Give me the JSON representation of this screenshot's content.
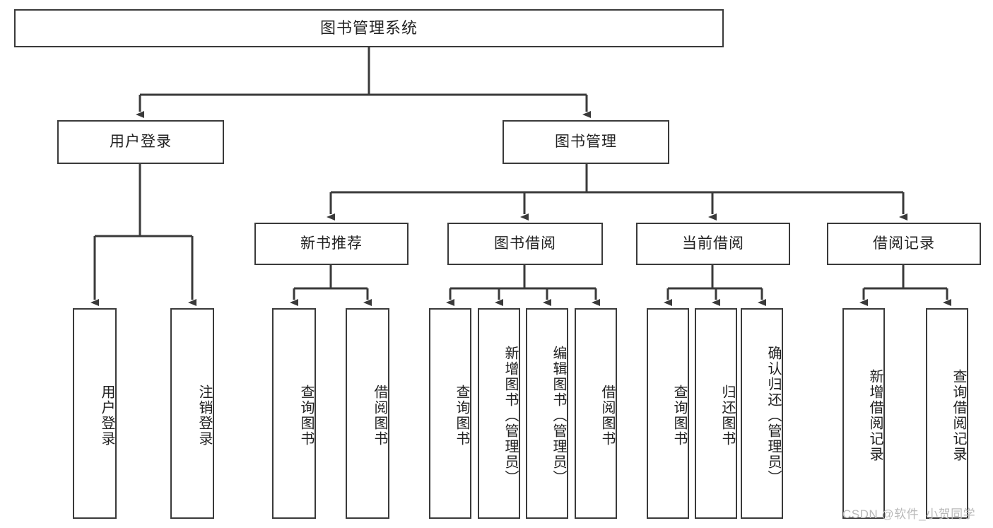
{
  "diagram": {
    "title": "图书管理系统",
    "type": "hierarchy-tree",
    "root": {
      "id": "root",
      "label": "图书管理系统"
    },
    "level2": [
      {
        "id": "user-login",
        "label": "用户登录"
      },
      {
        "id": "book-manage",
        "label": "图书管理"
      }
    ],
    "level3": [
      {
        "id": "new-book-rec",
        "label": "新书推荐",
        "parent": "book-manage"
      },
      {
        "id": "book-borrow",
        "label": "图书借阅",
        "parent": "book-manage"
      },
      {
        "id": "current-borrow",
        "label": "当前借阅",
        "parent": "book-manage"
      },
      {
        "id": "borrow-record",
        "label": "借阅记录",
        "parent": "book-manage"
      }
    ],
    "leaves": [
      {
        "id": "leaf-user-login",
        "label": "用户登录",
        "parent": "user-login"
      },
      {
        "id": "leaf-logout",
        "label": "注销登录",
        "parent": "user-login"
      },
      {
        "id": "leaf-query-book-1",
        "label": "查询图书",
        "parent": "new-book-rec"
      },
      {
        "id": "leaf-borrow-book-1",
        "label": "借阅图书",
        "parent": "new-book-rec"
      },
      {
        "id": "leaf-query-book-2",
        "label": "查询图书",
        "parent": "book-borrow"
      },
      {
        "id": "leaf-add-book",
        "label": "新增图书（管理员）",
        "parent": "book-borrow"
      },
      {
        "id": "leaf-edit-book",
        "label": "编辑图书（管理员）",
        "parent": "book-borrow"
      },
      {
        "id": "leaf-borrow-book-2",
        "label": "借阅图书",
        "parent": "book-borrow"
      },
      {
        "id": "leaf-query-book-3",
        "label": "查询图书",
        "parent": "current-borrow"
      },
      {
        "id": "leaf-return-book",
        "label": "归还图书",
        "parent": "current-borrow"
      },
      {
        "id": "leaf-confirm-return",
        "label": "确认归还（管理员）",
        "parent": "current-borrow"
      },
      {
        "id": "leaf-add-record",
        "label": "新增借阅记录",
        "parent": "borrow-record"
      },
      {
        "id": "leaf-query-record",
        "label": "查询借阅记录",
        "parent": "borrow-record"
      }
    ],
    "watermark": "CSDN @软件_小贺同学",
    "colors": {
      "border": "#3a3a3a",
      "text": "#222222",
      "background": "#ffffff",
      "watermark": "#b9b9b9"
    }
  }
}
